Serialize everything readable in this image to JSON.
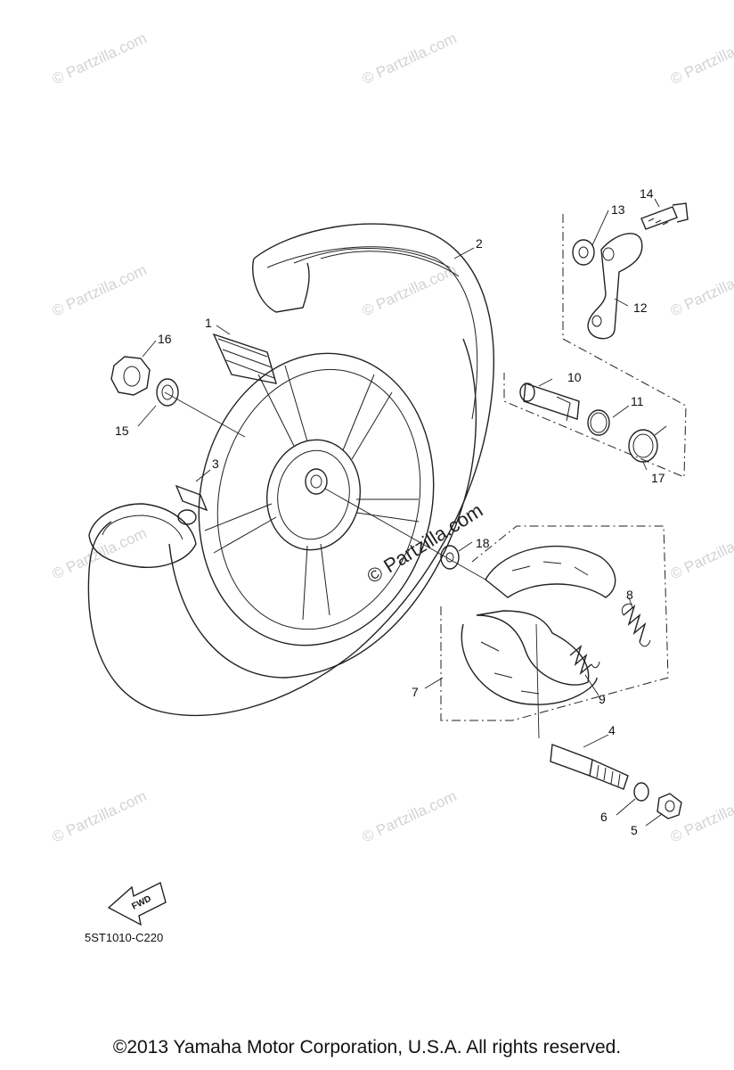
{
  "watermark": {
    "text": "© Partzilla.com",
    "center_text": "© Partzilla.com"
  },
  "callouts": [
    "1",
    "2",
    "3",
    "4",
    "5",
    "6",
    "7",
    "8",
    "9",
    "10",
    "11",
    "12",
    "13",
    "14",
    "15",
    "16",
    "17",
    "18"
  ],
  "fwd_label": "FWD",
  "diagram_code": "5ST1010-C220",
  "copyright": "©2013 Yamaha Motor Corporation, U.S.A. All rights reserved."
}
